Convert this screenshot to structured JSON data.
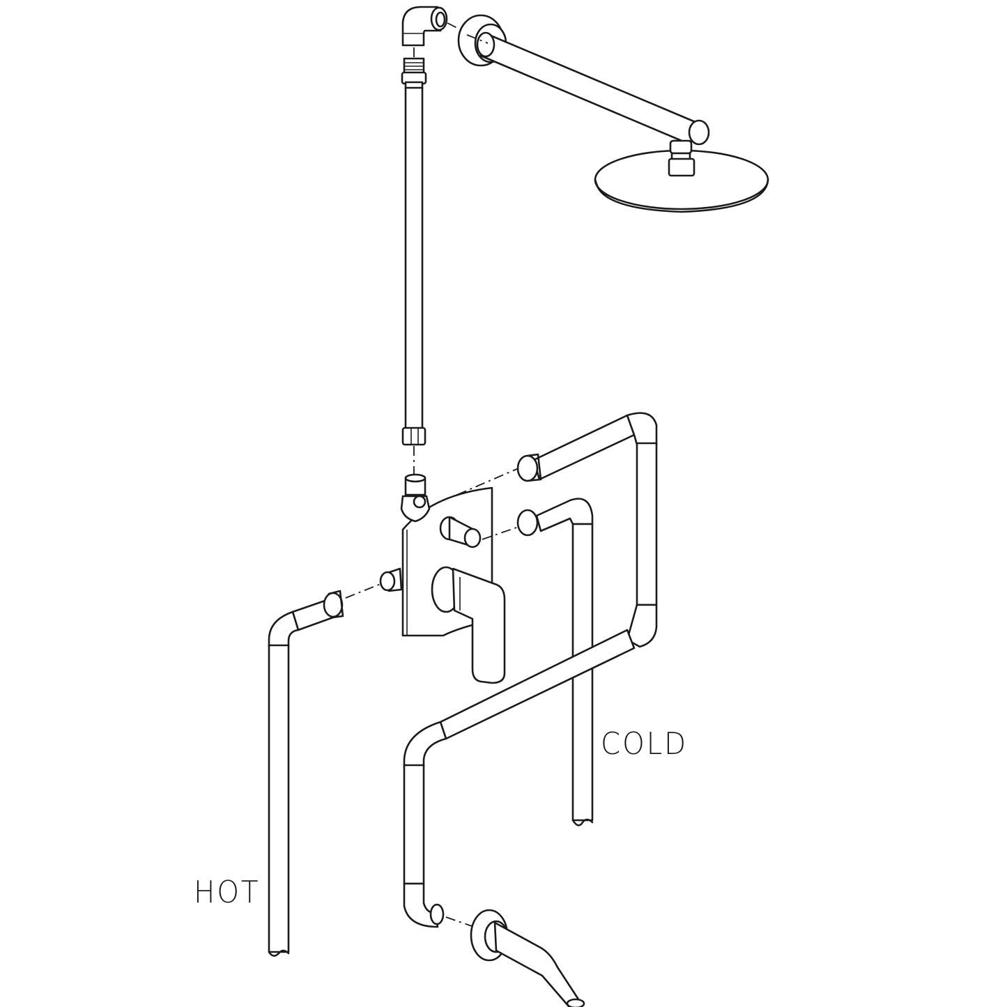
{
  "diagram": {
    "type": "exploded plumbing installation diagram",
    "components": [
      "shower-arm-elbow",
      "shower-arm",
      "wall-flange-top",
      "rain-shower-head",
      "riser-pipe",
      "diverter-valve-body",
      "trim-plate",
      "lever-handle",
      "diverter-outlet",
      "hot-inlet-elbow",
      "cold-supply-loop",
      "tub-spout-elbow",
      "tub-spout",
      "wall-flange-bottom"
    ],
    "colors": {
      "line": "#1a1a1a",
      "background": "#ffffff"
    }
  },
  "labels": {
    "hot": "HOT",
    "cold": "COLD"
  }
}
